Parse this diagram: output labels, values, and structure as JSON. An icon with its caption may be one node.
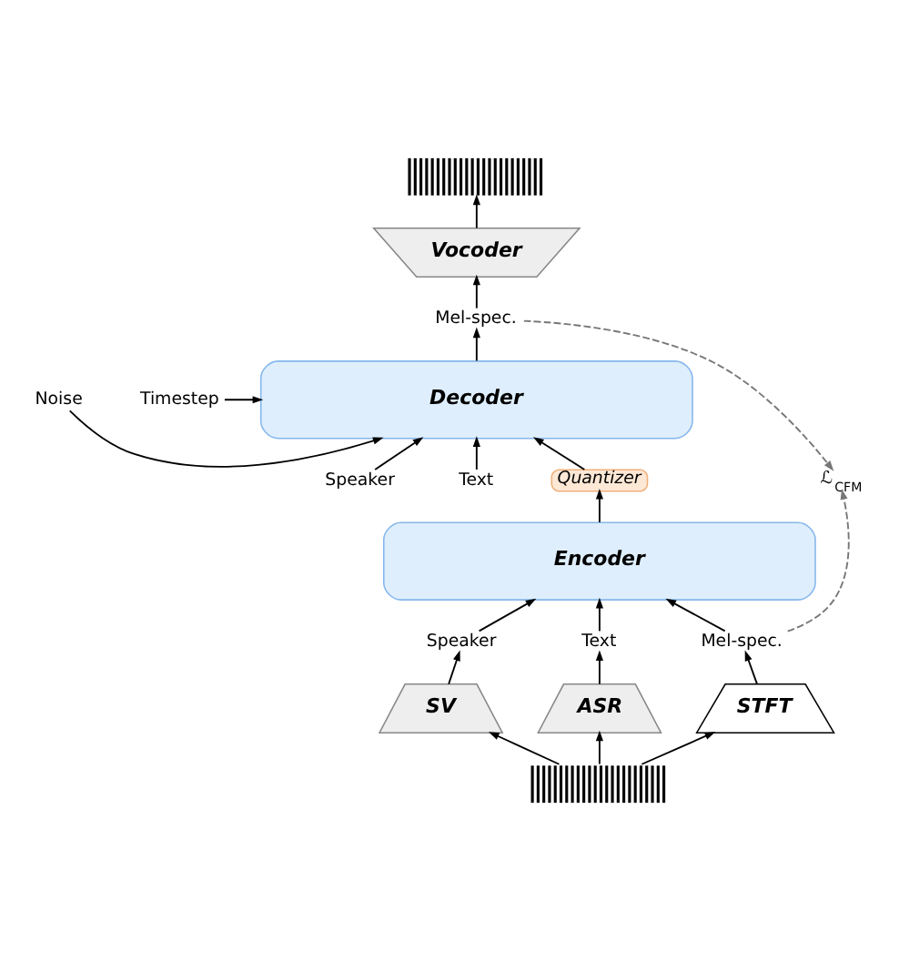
{
  "diagram": {
    "nodes": [
      {
        "text": [],
        "shape": "picture"
      },
      {
        "text": [
          "Vocoder"
        ]
      },
      {
        "text": [
          "Mel-spec."
        ]
      },
      {
        "text": [
          "Noise"
        ]
      },
      {
        "text": [
          "Timestep"
        ]
      },
      {
        "text": [
          "Decoder"
        ]
      },
      {
        "text": [
          "Speaker"
        ]
      },
      {
        "text": [
          "Text"
        ]
      },
      {
        "text": [
          "Quantizer"
        ]
      },
      {
        "text": [
          "ℒ$_{CFM}$"
        ]
      },
      {
        "text": [
          "Encoder"
        ]
      },
      {
        "text": [
          "Speaker"
        ]
      },
      {
        "text": [
          "Text"
        ]
      },
      {
        "text": [
          "Mel-spec."
        ]
      },
      {
        "text": [
          "SV"
        ]
      },
      {
        "text": [
          "ASR"
        ]
      },
      {
        "text": [
          "STFT"
        ]
      },
      {
        "text": [],
        "shape": "picture"
      }
    ],
    "edges": [
      {
        "from": 17,
        "to": 14,
        "arrow": "to"
      },
      {
        "from": 17,
        "to": 15,
        "arrow": "to"
      },
      {
        "from": 17,
        "to": 16,
        "arrow": "to"
      },
      {
        "from": 14,
        "to": 11,
        "arrow": "to"
      },
      {
        "from": 15,
        "to": 12,
        "arrow": "to"
      },
      {
        "from": 16,
        "to": 13,
        "arrow": "to"
      },
      {
        "from": 11,
        "to": 10,
        "arrow": "to"
      },
      {
        "from": 12,
        "to": 10,
        "arrow": "to"
      },
      {
        "from": 13,
        "to": 10,
        "arrow": "to"
      },
      {
        "from": 10,
        "to": 8,
        "arrow": "to"
      },
      {
        "from": 6,
        "to": 5,
        "arrow": "to"
      },
      {
        "from": 7,
        "to": 5,
        "arrow": "to"
      },
      {
        "from": 8,
        "to": 5,
        "arrow": "to"
      },
      {
        "from": 3,
        "to": 5,
        "arrow": "to"
      },
      {
        "from": 4,
        "to": 5,
        "arrow": "to"
      },
      {
        "from": 5,
        "to": 2,
        "arrow": "to"
      },
      {
        "from": 2,
        "to": 1,
        "arrow": "to"
      },
      {
        "from": 1,
        "to": 0,
        "arrow": "to"
      },
      {
        "from": 2,
        "to": 9,
        "arrow": "to",
        "style": "dashed",
        "color": "#777777"
      },
      {
        "from": 13,
        "to": 9,
        "arrow": "to",
        "style": "dashed",
        "color": "#777777"
      }
    ]
  }
}
